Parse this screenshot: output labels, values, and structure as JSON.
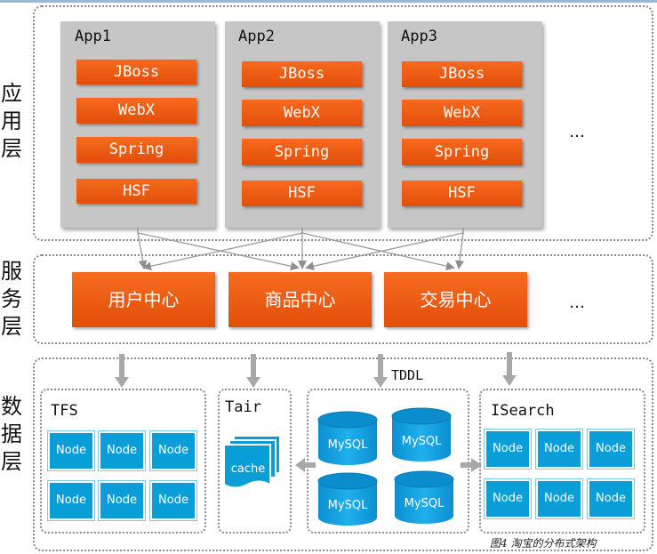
{
  "layers": {
    "app_layer": [
      "应",
      "用",
      "层"
    ],
    "service_layer": [
      "服",
      "务",
      "层"
    ],
    "data_layer": [
      "数",
      "据",
      "层"
    ]
  },
  "apps": [
    {
      "title": "App1",
      "components": [
        "JBoss",
        "WebX",
        "Spring",
        "HSF"
      ]
    },
    {
      "title": "App2",
      "components": [
        "JBoss",
        "WebX",
        "Spring",
        "HSF"
      ]
    },
    {
      "title": "App3",
      "components": [
        "JBoss",
        "WebX",
        "Spring",
        "HSF"
      ]
    }
  ],
  "app_more": "…",
  "services": [
    "用户中心",
    "商品中心",
    "交易中心"
  ],
  "service_more": "…",
  "data": {
    "tddl_label": "TDDL",
    "tfs": {
      "title": "TFS",
      "nodes": [
        "Node",
        "Node",
        "Node",
        "Node",
        "Node",
        "Node"
      ]
    },
    "tair": {
      "title": "Tair",
      "cache_label": "cache"
    },
    "mysql": [
      "MySQL",
      "MySQL",
      "MySQL",
      "MySQL"
    ],
    "isearch": {
      "title": "ISearch",
      "nodes": [
        "Node",
        "Node",
        "Node",
        "Node",
        "Node",
        "Node"
      ]
    }
  },
  "caption": "图4 淘宝的分布式架构",
  "colors": {
    "orange": "#f2611a",
    "node_blue": "#0a9ed9",
    "app_gray": "#c6c6c6",
    "arrow_gray": "#a0a0a0"
  }
}
